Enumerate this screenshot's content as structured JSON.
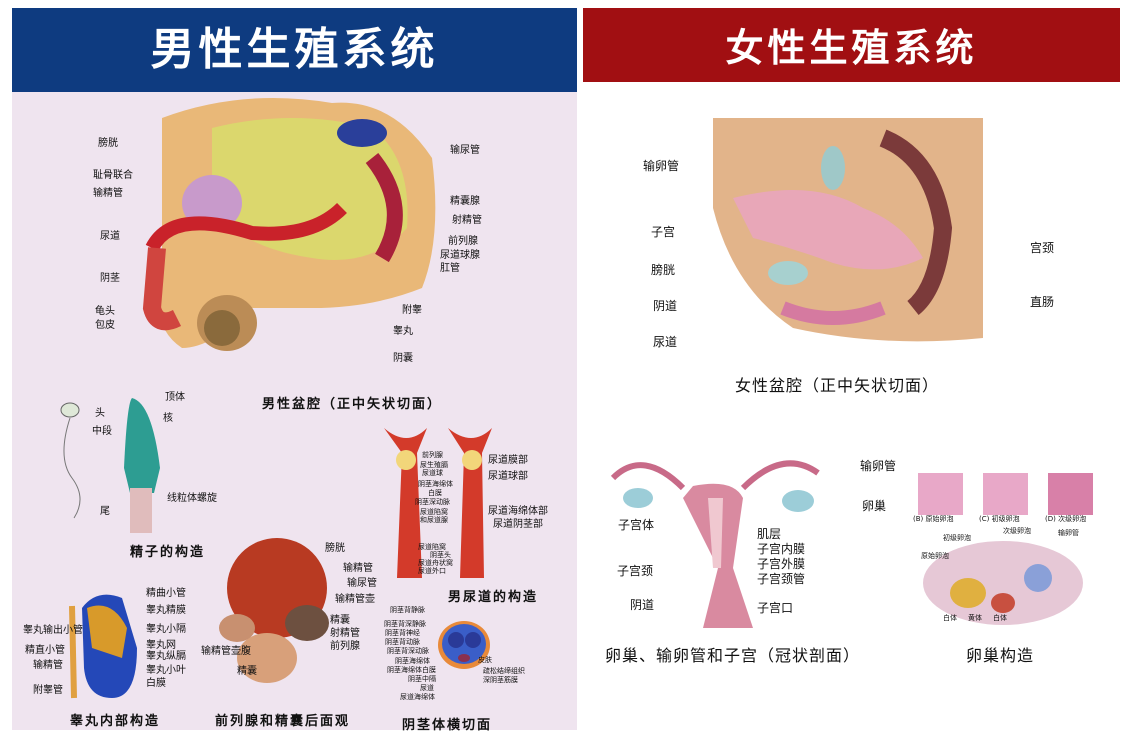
{
  "male": {
    "title": "男性生殖系统",
    "pelvis": {
      "caption": "男性盆腔（正中矢状切面）",
      "labels": [
        "膀胱",
        "耻骨联合",
        "输精管",
        "尿道",
        "阴茎",
        "龟头",
        "包皮",
        "输尿管",
        "精囊腺",
        "射精管",
        "前列腺",
        "尿道球腺",
        "肛管",
        "附睾",
        "睾丸",
        "阴囊"
      ]
    },
    "sperm": {
      "caption": "精子的构造",
      "labels": [
        "头",
        "中段",
        "尾",
        "顶体",
        "核",
        "线粒体螺旋"
      ]
    },
    "urethra": {
      "caption": "男尿道的构造",
      "labels": [
        "前列腺",
        "尿生殖膈",
        "尿道球",
        "阴茎海绵体",
        "白膜",
        "阴茎深动脉",
        "尿道陷窝",
        "和尿道腺",
        "尿道陷窝",
        "阴茎头",
        "尿道舟状窝",
        "尿道外口",
        "尿道膜部",
        "尿道球部",
        "尿道海绵体部",
        "尿道阴茎部"
      ]
    },
    "penis_section": {
      "caption": "阴茎体横切面",
      "labels": [
        "阴茎背静脉",
        "阴茎背深静脉",
        "阴茎背神经",
        "阴茎背动脉",
        "阴茎背深动脉",
        "阴茎海绵体",
        "阴茎海绵体白膜",
        "阴茎中隔",
        "尿道",
        "尿道海绵体",
        "皮肤",
        "疏松结缔组织",
        "深阴茎筋膜"
      ]
    },
    "testis": {
      "caption": "睾丸内部构造",
      "labels": [
        "精曲小管",
        "睾丸精膜",
        "睾丸小隔",
        "睾丸网",
        "睾丸纵膈",
        "睾丸小叶",
        "白膜",
        "睾丸输出小管",
        "精直小管",
        "输精管",
        "附睾管"
      ]
    },
    "prostate": {
      "caption": "前列腺和精囊后面观",
      "labels": [
        "膀胱",
        "输精管",
        "输尿管",
        "输精管壶",
        "精囊",
        "射精管",
        "前列腺",
        "输精管壶腹",
        "精囊"
      ]
    }
  },
  "female": {
    "title": "女性生殖系统",
    "pelvis": {
      "caption": "女性盆腔（正中矢状切面）",
      "labels": [
        "输卵管",
        "子宫",
        "膀胱",
        "阴道",
        "尿道",
        "宫颈",
        "直肠"
      ]
    },
    "uterus": {
      "caption": "卵巢、输卵管和子宫（冠状剖面）",
      "labels": [
        "输卵管",
        "卵巢",
        "子宫体",
        "肌层",
        "子宫内膜",
        "子宫外膜",
        "子宫颈",
        "子宫颈管",
        "阴道",
        "子宫口"
      ]
    },
    "ovary": {
      "caption": "卵巢构造",
      "labels": [
        "(B) 原始卵泡",
        "(C) 初级卵泡",
        "(D) 次级卵泡",
        "初级卵泡",
        "原始卵泡",
        "次级卵泡",
        "输卵管",
        "白体",
        "黄体",
        "白体"
      ]
    }
  },
  "colors": {
    "male_header": "#0e3b80",
    "female_header": "#a10f12",
    "male_bg": "#efe4ef"
  }
}
